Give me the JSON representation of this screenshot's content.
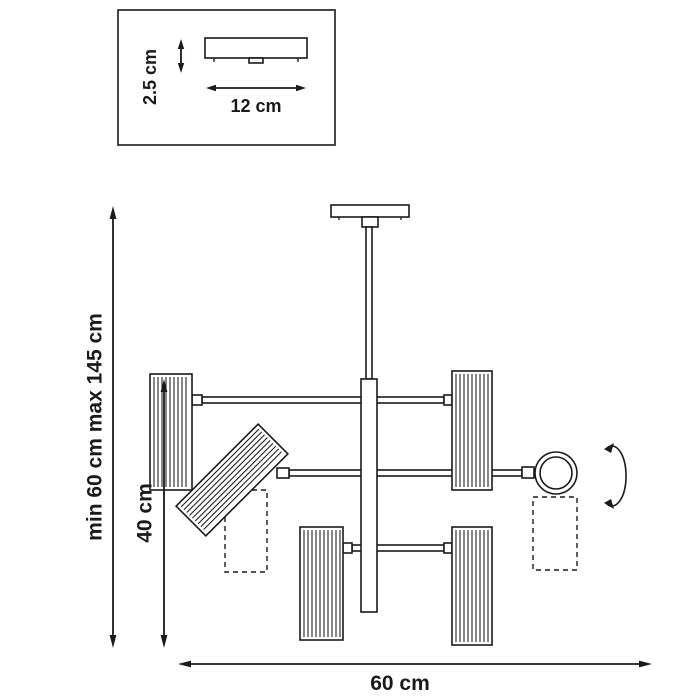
{
  "detail_box": {
    "height_label": "2.5 cm",
    "width_label": "12 cm"
  },
  "dimensions": {
    "overall_height": "min 60 cm max 145 cm",
    "inner_height": "40 cm",
    "width": "60 cm"
  },
  "icons": {
    "rotation": "swivel-rotation-arrow"
  },
  "colors": {
    "line": "#1a1a1a",
    "background": "#ffffff"
  }
}
